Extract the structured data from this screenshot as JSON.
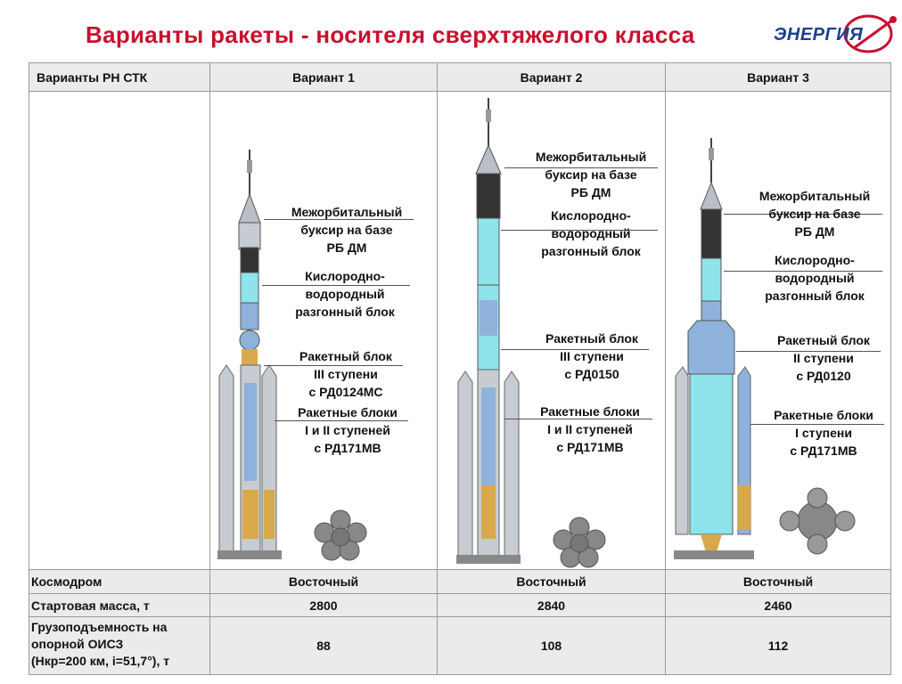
{
  "title": "Варианты  ракеты - носителя сверхтяжелого класса",
  "logo_text": "ЭНЕРГИЯ",
  "colors": {
    "title": "#c8102e",
    "logo": "#1d3f8f",
    "header_bg": "#ebebeb",
    "tank_cyan": "#8fe3ea",
    "tank_blue": "#8fb2da",
    "engine_gold": "#d9a84a"
  },
  "table": {
    "header_label": "Варианты РН СТК",
    "variants": [
      "Вариант 1",
      "Вариант 2",
      "Вариант 3"
    ],
    "rows": [
      {
        "label": "Космодром",
        "values": [
          "Восточный",
          "Восточный",
          "Восточный"
        ]
      },
      {
        "label": "Стартовая масса, т",
        "values": [
          "2800",
          "2840",
          "2460"
        ]
      },
      {
        "label_lines": [
          "Грузоподъемность на",
          "опорной ОИСЗ",
          "(Нкр=200 км, i=51,7°), т"
        ],
        "values": [
          "88",
          "108",
          "112"
        ]
      }
    ]
  },
  "annotations": {
    "v1": {
      "tug": [
        "Межорбитальный",
        "буксир на базе",
        "РБ ДМ"
      ],
      "upper": [
        "Кислородно-",
        "водородный",
        "разгонный блок"
      ],
      "stage3": [
        "Ракетный блок",
        "III ступени",
        "с РД0124МС"
      ],
      "boosters": [
        "Ракетные блоки",
        "I и II ступеней",
        "с РД171МВ"
      ]
    },
    "v2": {
      "tug": [
        "Межорбитальный",
        "буксир на базе",
        "РБ ДМ"
      ],
      "upper": [
        "Кислородно-",
        "водородный",
        "разгонный блок"
      ],
      "stage3": [
        "Ракетный блок",
        "III ступени",
        "с РД0150"
      ],
      "boosters": [
        "Ракетные блоки",
        "I и II ступеней",
        "с РД171МВ"
      ]
    },
    "v3": {
      "tug": [
        "Межорбитальный",
        "буксир на базе",
        "РБ ДМ"
      ],
      "upper": [
        "Кислородно-",
        "водородный",
        "разгонный блок"
      ],
      "stage2": [
        "Ракетный блок",
        "II ступени",
        "с РД0120"
      ],
      "boosters": [
        "Ракетные блоки",
        "I ступени",
        "с РД171МВ"
      ]
    }
  }
}
